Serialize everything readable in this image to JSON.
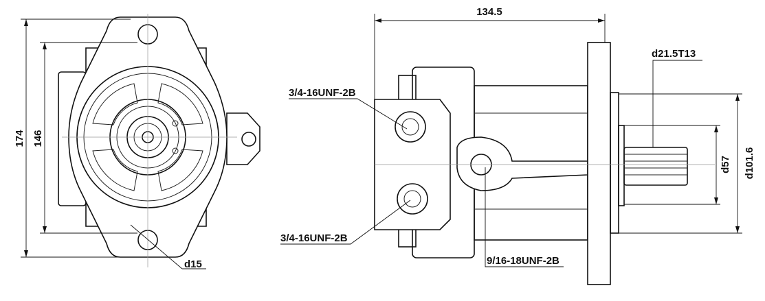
{
  "front_view": {
    "dim_overall_height": "174",
    "dim_bolt_spacing": "146",
    "dim_hole_dia": "d15"
  },
  "side_view": {
    "dim_length": "134.5",
    "port_a": "3/4-16UNF-2B",
    "port_b": "3/4-16UNF-2B",
    "drain_port": "9/16-18UNF-2B",
    "shaft_spline": "d21.5T13",
    "dim_pilot": "d57",
    "dim_flange": "d101.6"
  }
}
